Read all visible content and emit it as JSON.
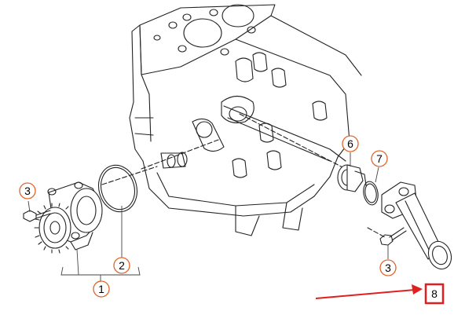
{
  "callouts": {
    "c1": "1",
    "c2": "2",
    "c3a": "3",
    "c3b": "3",
    "c6": "6",
    "c7": "7",
    "c8": "8"
  },
  "colors": {
    "callout": "#e0642a",
    "highlight": "#e02020",
    "arrow": "#e02020",
    "line": "#222222"
  },
  "icons": {
    "arrow": "red-pointer-arrow-icon"
  }
}
